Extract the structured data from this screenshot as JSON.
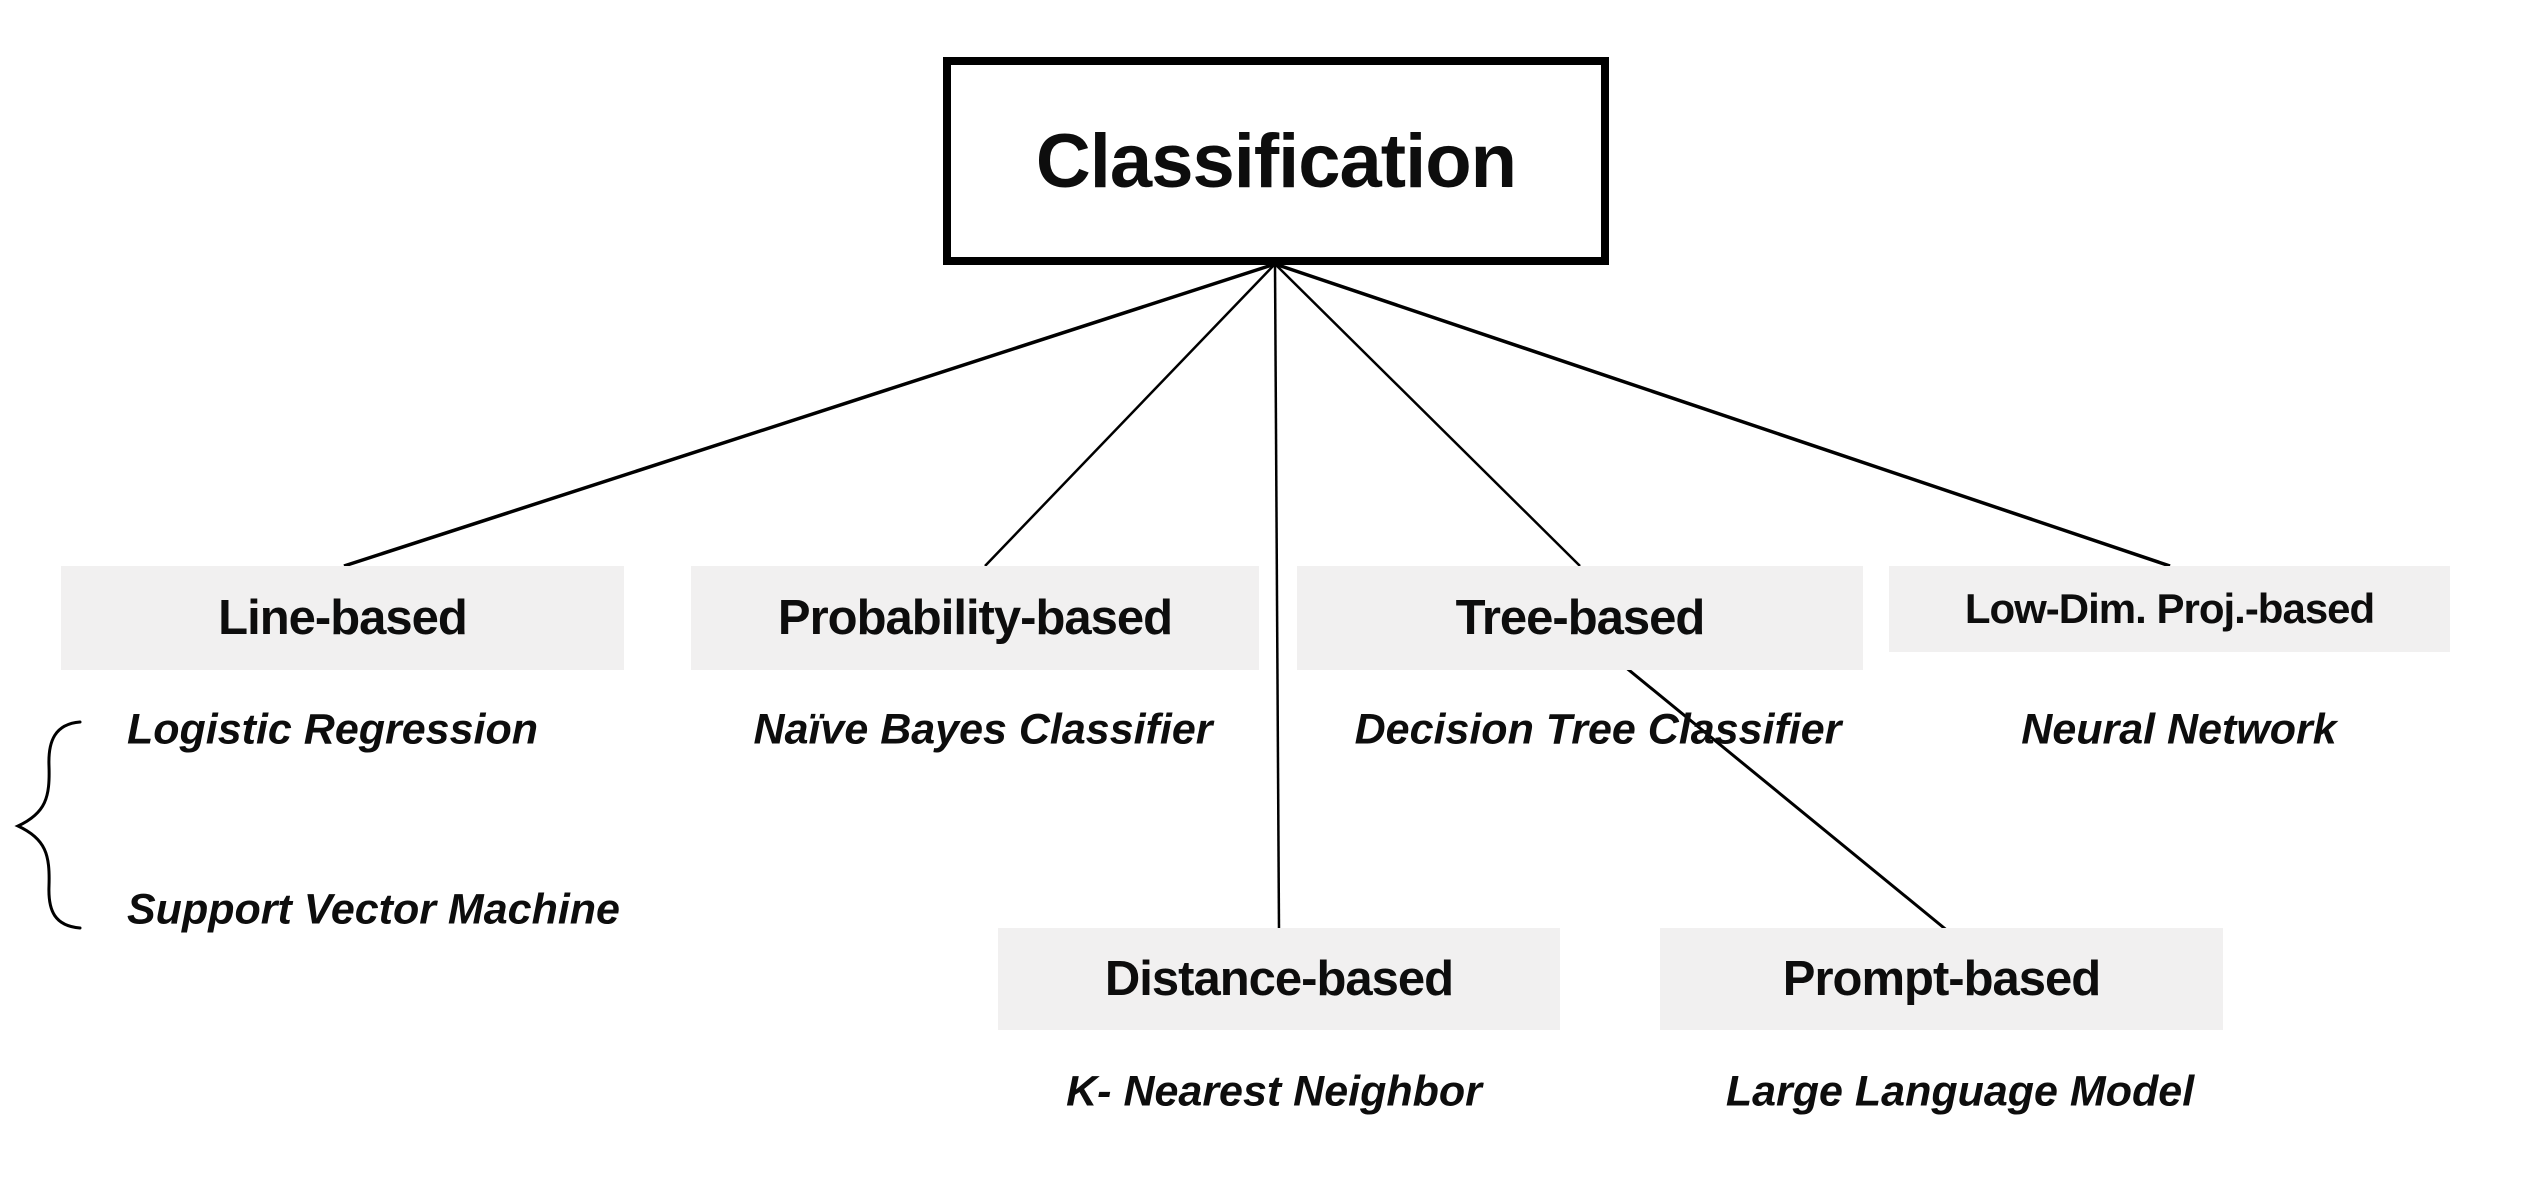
{
  "diagram": {
    "title": "Classification taxonomy",
    "root": {
      "label": "Classification"
    },
    "categories": [
      {
        "label": "Line-based",
        "methods": [
          "Logistic Regression",
          "Support Vector Machine"
        ]
      },
      {
        "label": "Probability-based",
        "methods": [
          "Naïve Bayes Classifier"
        ]
      },
      {
        "label": "Tree-based",
        "methods": [
          "Decision Tree Classifier"
        ]
      },
      {
        "label": "Low-Dim. Proj.-based",
        "methods": [
          "Neural Network"
        ]
      },
      {
        "label": "Distance-based",
        "methods": [
          "K- Nearest Neighbor"
        ]
      },
      {
        "label": "Prompt-based",
        "methods": [
          "Large Language Model"
        ]
      }
    ],
    "colors": {
      "background": "#ffffff",
      "box_fill": "#f1f0f0",
      "root_border": "#000000",
      "edge": "#000000",
      "text": "#0d0d0d"
    }
  }
}
